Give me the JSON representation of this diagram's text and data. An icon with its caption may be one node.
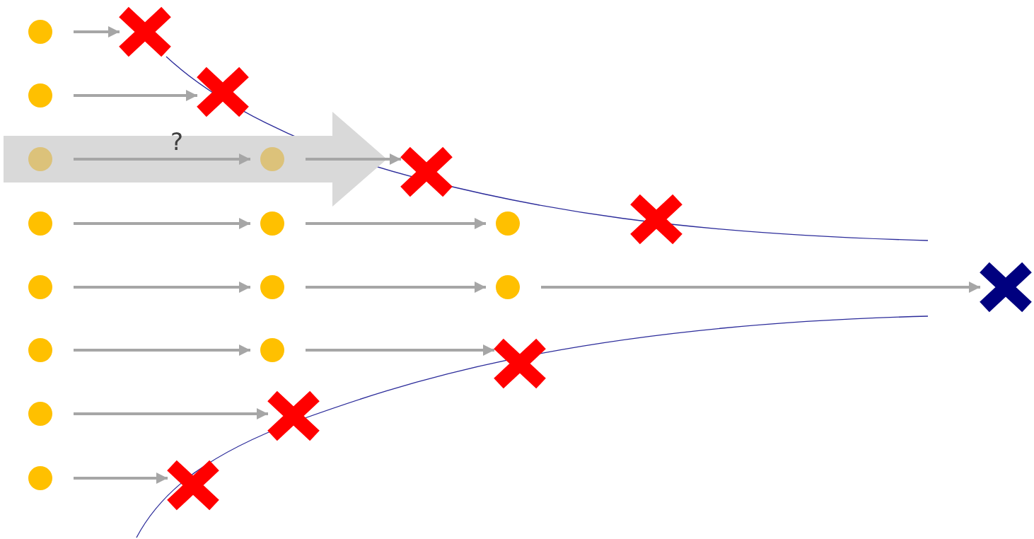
{
  "diagram": {
    "nodes": [
      {
        "text": [],
        "shape": "circle"
      },
      {
        "text": [],
        "shape": "cross"
      },
      {
        "text": [],
        "shape": "circle"
      },
      {
        "text": [],
        "shape": "cross"
      },
      {
        "text": [
          "?"
        ]
      },
      {
        "text": [],
        "shape": "circle",
        "in": 4
      },
      {
        "text": [],
        "shape": "circle",
        "in": 4
      },
      {
        "text": [],
        "shape": "cross"
      },
      {
        "text": [],
        "shape": "circle"
      },
      {
        "text": [],
        "shape": "circle"
      },
      {
        "text": [],
        "shape": "circle"
      },
      {
        "text": [],
        "shape": "cross"
      },
      {
        "text": [],
        "shape": "circle"
      },
      {
        "text": [],
        "shape": "circle"
      },
      {
        "text": [],
        "shape": "circle"
      },
      {
        "text": [],
        "shape": "cross"
      },
      {
        "text": [],
        "shape": "circle"
      },
      {
        "text": [],
        "shape": "circle"
      },
      {
        "text": [],
        "shape": "cross"
      },
      {
        "text": [],
        "shape": "circle"
      },
      {
        "text": [],
        "shape": "cross"
      },
      {
        "text": [],
        "shape": "circle"
      },
      {
        "text": [],
        "shape": "cross"
      }
    ],
    "edges": [
      {
        "from": 0,
        "to": 1,
        "arrow": "to"
      },
      {
        "from": 2,
        "to": 3,
        "arrow": "to"
      },
      {
        "from": 5,
        "to": 6,
        "arrow": "to"
      },
      {
        "from": 6,
        "to": 7,
        "arrow": "to"
      },
      {
        "from": 8,
        "to": 9,
        "arrow": "to"
      },
      {
        "from": 9,
        "to": 10,
        "arrow": "to"
      },
      {
        "from": 12,
        "to": 13,
        "arrow": "to"
      },
      {
        "from": 13,
        "to": 14,
        "arrow": "to"
      },
      {
        "from": 14,
        "to": 15,
        "arrow": "to"
      },
      {
        "from": 16,
        "to": 17,
        "arrow": "to"
      },
      {
        "from": 17,
        "to": 18,
        "arrow": "to"
      },
      {
        "from": 19,
        "to": 20,
        "arrow": "to"
      },
      {
        "from": 21,
        "to": 22,
        "arrow": "to"
      }
    ]
  }
}
